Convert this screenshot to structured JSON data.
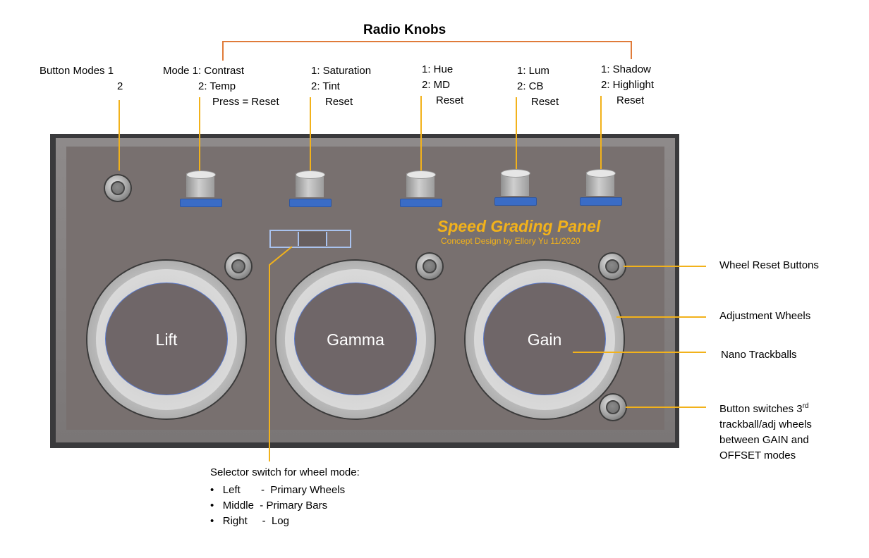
{
  "title": "Radio Knobs",
  "button_modes": {
    "line1": "Button Modes 1",
    "line2": "2"
  },
  "knobs": [
    {
      "l1": "Mode 1: Contrast",
      "l2": "2: Temp",
      "l3": "Press = Reset"
    },
    {
      "l1": "1: Saturation",
      "l2": "2: Tint",
      "l3": "Reset"
    },
    {
      "l1": "1: Hue",
      "l2": "2: MD",
      "l3": "Reset"
    },
    {
      "l1": "1: Lum",
      "l2": "2: CB",
      "l3": "Reset"
    },
    {
      "l1": "1: Shadow",
      "l2": "2: Highlight",
      "l3": "Reset"
    }
  ],
  "brand": {
    "name": "Speed Grading Panel",
    "sub": "Concept Design by Ellory Yu  11/2020"
  },
  "wheels": [
    "Lift",
    "Gamma",
    "Gain"
  ],
  "callouts": {
    "reset": "Wheel Reset Buttons",
    "adjust": "Adjustment Wheels",
    "nano": "Nano Trackballs",
    "switch_l1_pre": "Button switches 3",
    "switch_l1_sup": "rd",
    "switch_l2": "trackball/adj wheels",
    "switch_l3": "between GAIN and",
    "switch_l4": "OFFSET modes"
  },
  "selector": {
    "heading": "Selector switch for wheel mode:",
    "items": [
      "•   Left       -  Primary Wheels",
      "•   Middle  - Primary Bars",
      "•   Right     -  Log"
    ]
  },
  "colors": {
    "callout_line": "#f2b21b",
    "bracket": "#e07b3a",
    "knob_base": "#3a6cc6",
    "panel": "#78706f"
  }
}
